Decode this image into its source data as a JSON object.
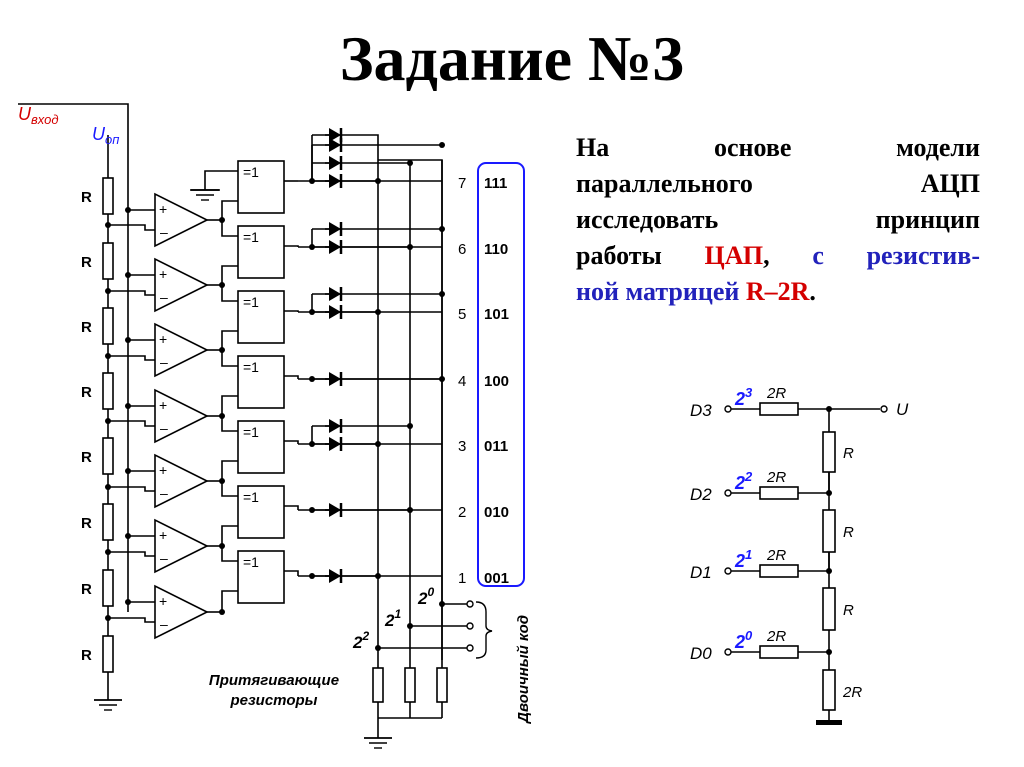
{
  "title": "Задание №3",
  "task": {
    "line1": "На основе модели",
    "line2": "параллельного АЦП",
    "line3": "исследовать принцип",
    "line4_start": "работы ",
    "dac": "ЦАП",
    "comma": ", ",
    "line4_blue": "с резистив-",
    "line5_blue": "ной матрицей ",
    "matrix": "R–2R",
    "period": "."
  },
  "adc": {
    "u_in": "U",
    "u_in_sub": "вход",
    "u_ref": "U",
    "u_ref_sub": "оп",
    "resistor_label": "R",
    "xor_label": "=1",
    "levels": [
      "7",
      "6",
      "5",
      "4",
      "3",
      "2",
      "1"
    ],
    "codes": [
      "111",
      "110",
      "101",
      "100",
      "011",
      "010",
      "001"
    ],
    "bit_base": "2",
    "bit_exp": [
      "0",
      "1",
      "2"
    ],
    "binary_code": "Двоичный код",
    "pullup_line1": "Притягивающие",
    "pullup_line2": "резисторы"
  },
  "dac": {
    "inputs": [
      "D3",
      "D2",
      "D1",
      "D0"
    ],
    "weights_base": "2",
    "weights_exp": [
      "3",
      "2",
      "1",
      "0"
    ],
    "series_label": "2R",
    "ladder_label": "R",
    "terminal_label": "2R",
    "output_label": "U"
  }
}
